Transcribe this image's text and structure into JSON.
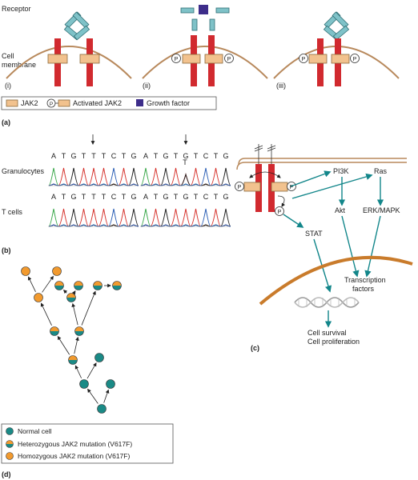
{
  "panel_a": {
    "label": "(a)",
    "receptor_label": "Receptor",
    "membrane_label_1": "Cell",
    "membrane_label_2": "membrane",
    "sub_labels": [
      "(i)",
      "(ii)",
      "(iii)"
    ],
    "legend": {
      "jak2": "JAK2",
      "activated_jak2": "Activated JAK2",
      "growth_factor": "Growth factor",
      "p_symbol": "P"
    }
  },
  "panel_b": {
    "label": "(b)",
    "row_labels": [
      "Granulocytes",
      "T cells"
    ],
    "sequence_left": [
      "A",
      "T",
      "G",
      "T",
      "T",
      "T",
      "C",
      "T",
      "G"
    ],
    "sequence_right": [
      "A",
      "T",
      "G",
      "T",
      "G",
      "T",
      "C",
      "T",
      "G"
    ],
    "het_base": "T",
    "base_colors": {
      "A": "#3aa84a",
      "T": "#d6322c",
      "G": "#222222",
      "C": "#2c5fb5"
    }
  },
  "panel_c": {
    "label": "(c)",
    "nodes": {
      "pi3k": "PI3K",
      "ras": "Ras",
      "akt": "Akt",
      "erk": "ERK/MAPK",
      "stat": "STAT",
      "tf_1": "Transcription",
      "tf_2": "factors",
      "out_1": "Cell survival",
      "out_2": "Cell proliferation"
    },
    "p_symbol": "P"
  },
  "panel_d": {
    "label": "(d)",
    "legend": {
      "normal": "Normal cell",
      "het": "Heterozygous JAK2 mutation (V617F)",
      "hom": "Homozygous JAK2 mutation (V617F)"
    }
  },
  "colors": {
    "receptor_red": "#d12a2f",
    "jak2_fill": "#f2c28e",
    "jak2_stroke": "#8a6a3c",
    "receptor_teal": "#7fc2c8",
    "growth_factor": "#3d2d8a",
    "membrane": "#b8895c",
    "nucleus": "#c97b2b",
    "arrow_teal": "#12868a",
    "normal_cell": "#1a8a86",
    "mutant_orange": "#f29a2e"
  }
}
